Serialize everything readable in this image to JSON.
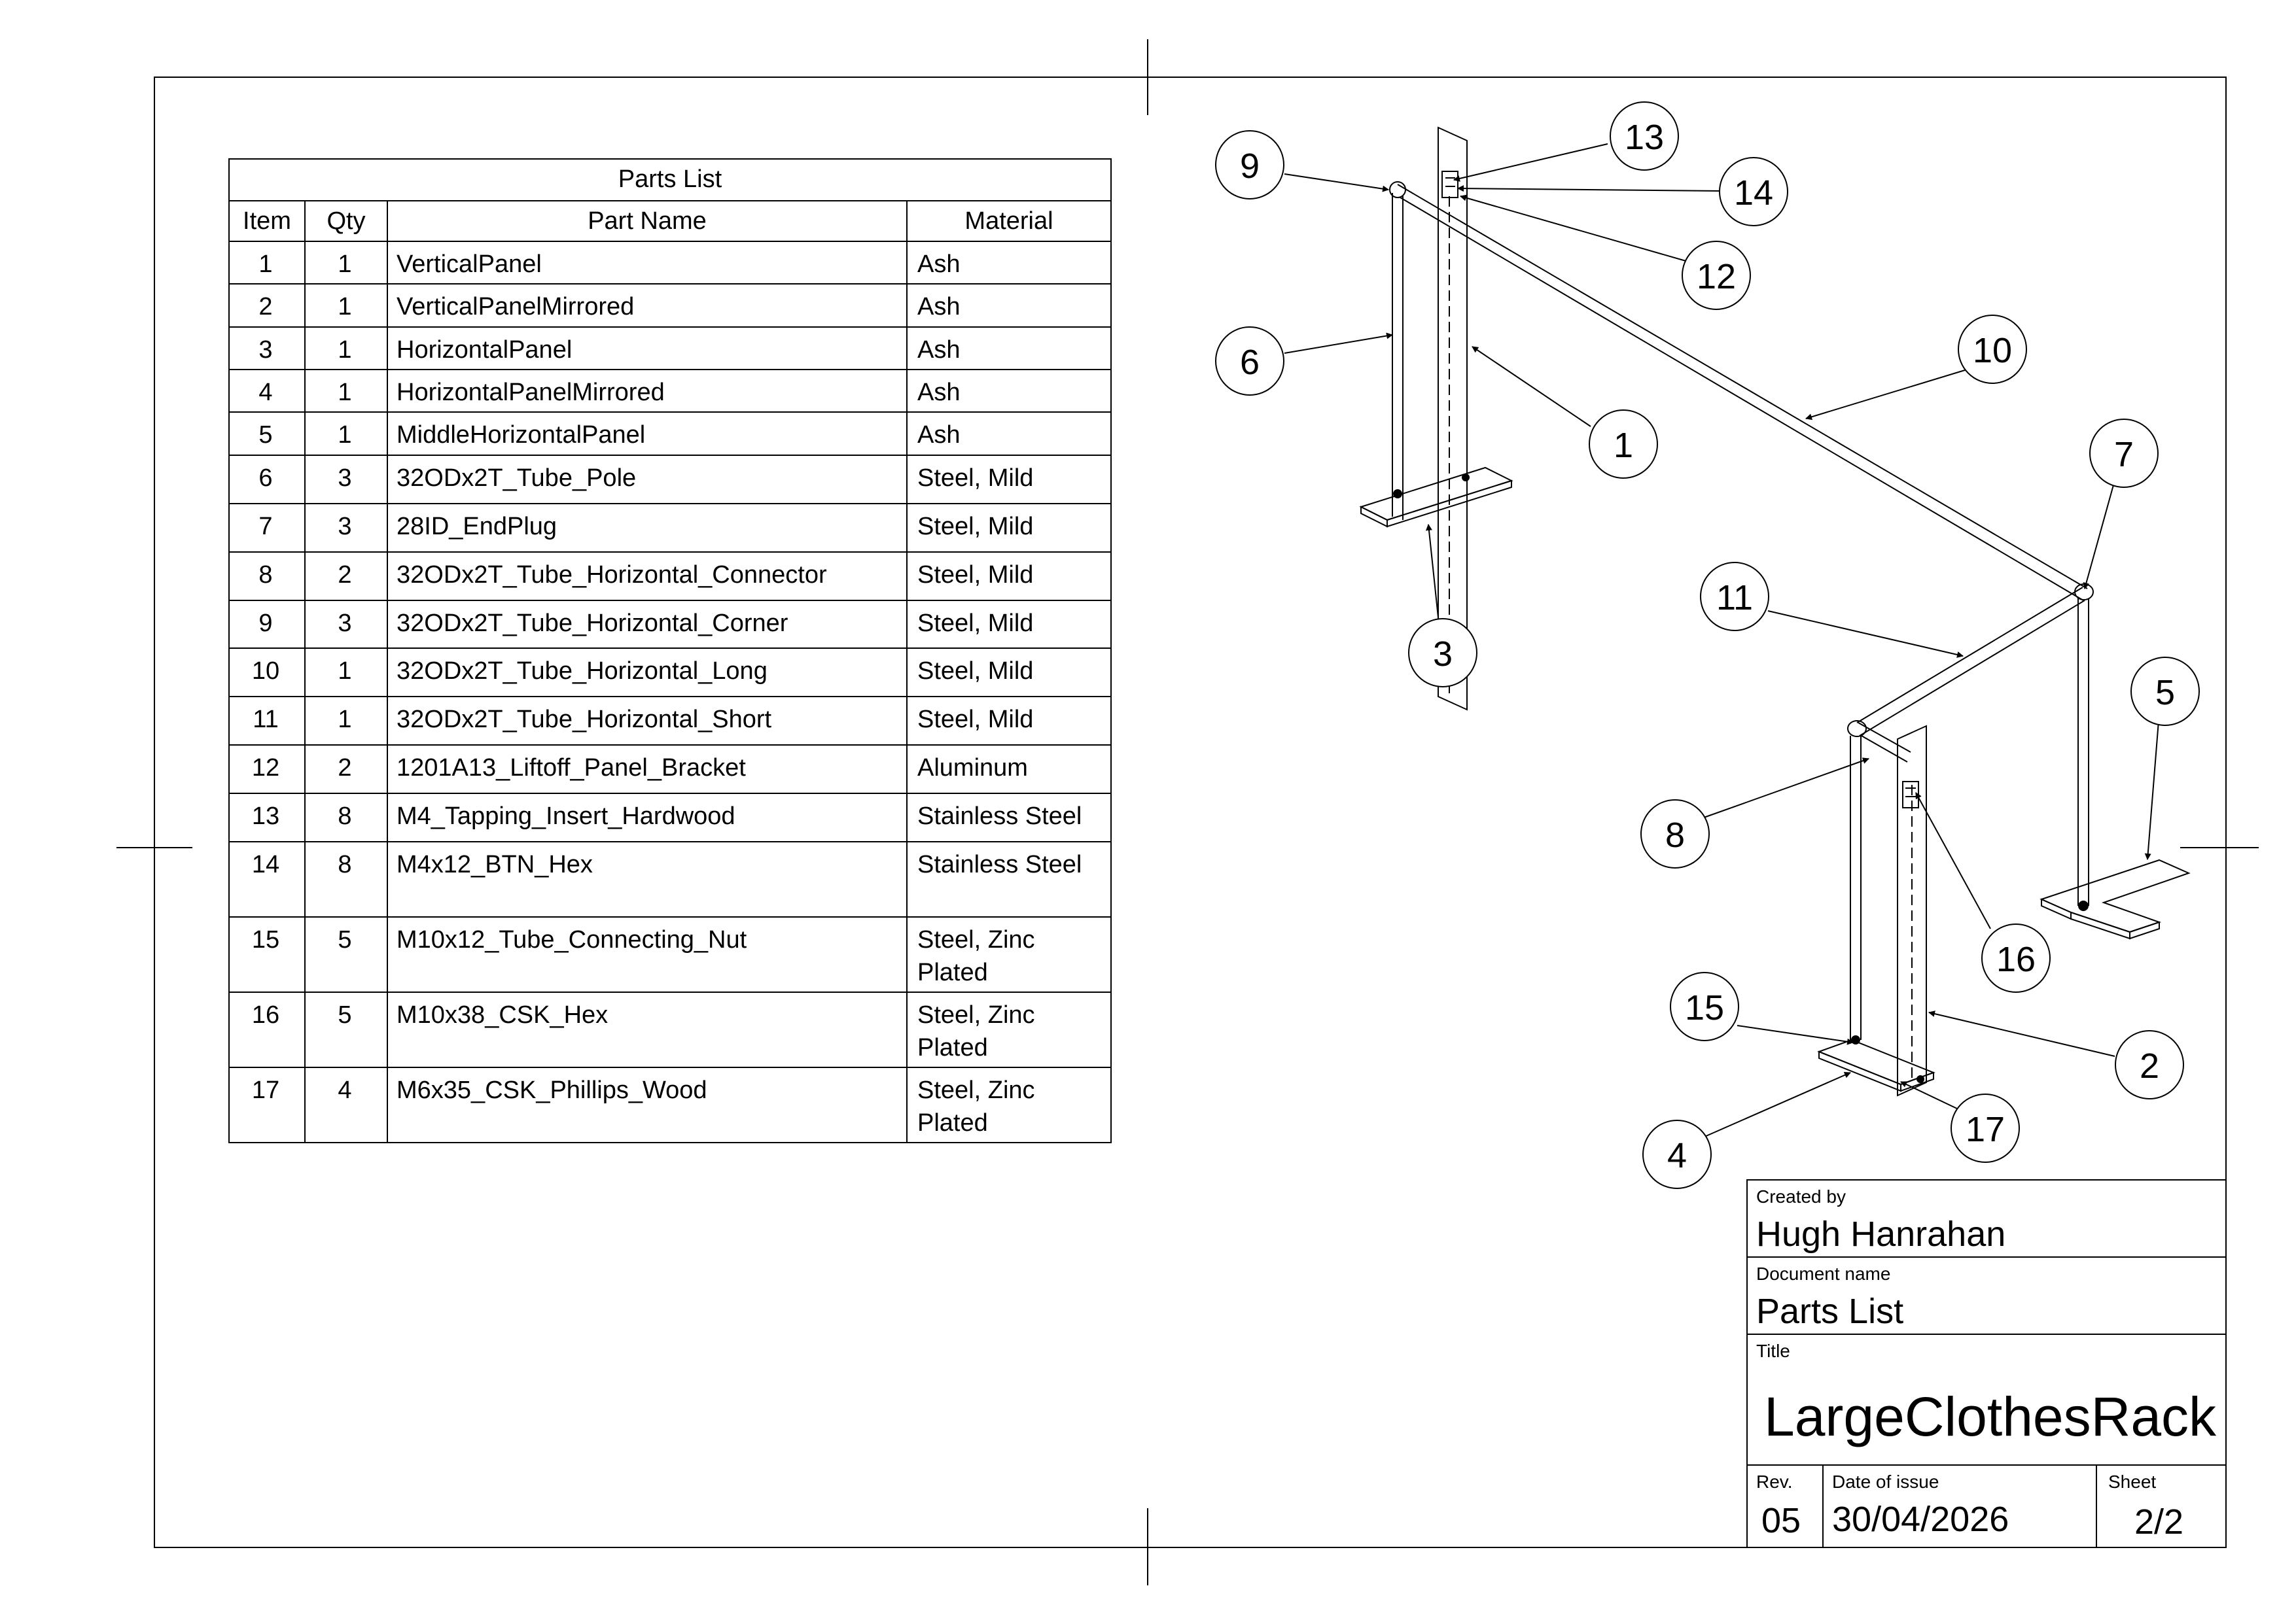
{
  "parts_list": {
    "title": "Parts List",
    "headers": {
      "item": "Item",
      "qty": "Qty",
      "part_name": "Part Name",
      "material": "Material"
    },
    "rows": [
      {
        "item": "1",
        "qty": "1",
        "name": "VerticalPanel",
        "material": "Ash"
      },
      {
        "item": "2",
        "qty": "1",
        "name": "VerticalPanelMirrored",
        "material": "Ash"
      },
      {
        "item": "3",
        "qty": "1",
        "name": "HorizontalPanel",
        "material": "Ash"
      },
      {
        "item": "4",
        "qty": "1",
        "name": "HorizontalPanelMirrored",
        "material": "Ash"
      },
      {
        "item": "5",
        "qty": "1",
        "name": "MiddleHorizontalPanel",
        "material": "Ash"
      },
      {
        "item": "6",
        "qty": "3",
        "name": "32ODx2T_Tube_Pole",
        "material": "Steel, Mild"
      },
      {
        "item": "7",
        "qty": "3",
        "name": "28ID_EndPlug",
        "material": "Steel, Mild"
      },
      {
        "item": "8",
        "qty": "2",
        "name": "32ODx2T_Tube_Horizontal_Connector",
        "material": "Steel, Mild"
      },
      {
        "item": "9",
        "qty": "3",
        "name": "32ODx2T_Tube_Horizontal_Corner",
        "material": "Steel, Mild"
      },
      {
        "item": "10",
        "qty": "1",
        "name": "32ODx2T_Tube_Horizontal_Long",
        "material": "Steel, Mild"
      },
      {
        "item": "11",
        "qty": "1",
        "name": "32ODx2T_Tube_Horizontal_Short",
        "material": "Steel, Mild"
      },
      {
        "item": "12",
        "qty": "2",
        "name": "1201A13_Liftoff_Panel_Bracket",
        "material": "Aluminum"
      },
      {
        "item": "13",
        "qty": "8",
        "name": "M4_Tapping_Insert_Hardwood",
        "material": "Stainless Steel"
      },
      {
        "item": "14",
        "qty": "8",
        "name": "M4x12_BTN_Hex",
        "material": "Stainless Steel"
      },
      {
        "item": "15",
        "qty": "5",
        "name": "M10x12_Tube_Connecting_Nut",
        "material": "Steel, Zinc\nPlated"
      },
      {
        "item": "16",
        "qty": "5",
        "name": "M10x38_CSK_Hex",
        "material": "Steel, Zinc\nPlated"
      },
      {
        "item": "17",
        "qty": "4",
        "name": "M6x35_CSK_Phillips_Wood",
        "material": "Steel, Zinc\nPlated"
      }
    ]
  },
  "balloons": [
    "1",
    "2",
    "3",
    "4",
    "5",
    "6",
    "7",
    "8",
    "9",
    "10",
    "11",
    "12",
    "13",
    "14",
    "15",
    "16",
    "17"
  ],
  "title_block": {
    "created_by_label": "Created by",
    "created_by": "Hugh Hanrahan",
    "document_name_label": "Document name",
    "document_name": "Parts List",
    "title_label": "Title",
    "title": "LargeClothesRack",
    "rev_label": "Rev.",
    "rev": "05",
    "date_label": "Date of issue",
    "date": "30/04/2026",
    "sheet_label": "Sheet",
    "sheet": "2/2"
  }
}
